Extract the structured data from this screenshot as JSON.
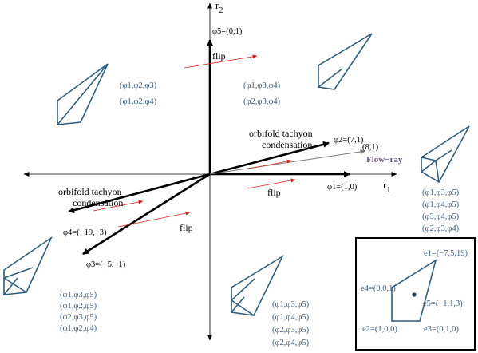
{
  "axes": {
    "r1": "r",
    "r1_sub": "1",
    "r2": "r",
    "r2_sub": "2"
  },
  "vectors": {
    "phi5": "φ5=(0,1)",
    "phi2": "φ2=(7,1)",
    "phi1": "φ1=(1,0)",
    "phi4": "φ4=(−19,−3)",
    "phi3": "φ3=(−5,−1)",
    "flowray_point": "(8,1)",
    "flowray_label": "Flow−ray"
  },
  "annotations": {
    "flip_top": "flip",
    "flip_right": "flip",
    "flip_left": "flip",
    "tachyon_right_1": "orbifold tachyon",
    "tachyon_right_2": "condensation",
    "tachyon_left_1": "orbifold tachyon",
    "tachyon_left_2": "condensation"
  },
  "triangulation_labels": {
    "top_left": [
      "(φ1,φ2,φ3)",
      "(φ1,φ2,φ4)"
    ],
    "top_middle": [
      "(φ1,φ3,φ4)",
      "(φ2,φ3,φ4)"
    ],
    "right": [
      "(φ1,φ3,φ5)",
      "(φ1,φ4,φ5)",
      "(φ3,φ4,φ5)",
      "(φ2,φ3,φ4)"
    ],
    "bottom_left": [
      "(φ1,φ3,φ5)",
      "(φ1,φ2,φ5)",
      "(φ2,φ3,φ5)",
      "(φ1,φ2,φ4)"
    ],
    "bottom_middle": [
      "(φ1,φ3,φ5)",
      "(φ1,φ4,φ5)",
      "(φ2,φ3,φ5)",
      "(φ2,φ4,φ5)"
    ]
  },
  "inset": {
    "e1": "e1=(−7,5,19)",
    "e4": "e4=(0,0,1)",
    "e5": "e5=(−1,1,3)",
    "e2": "e2=(1,0,0)",
    "e3": "e3=(0,1,0)"
  },
  "colors": {
    "arrow": "#000000",
    "flip_arrow": "#e02020",
    "flowray": "#7a7a7a",
    "triangle": "#2f5f7f",
    "label_blue": "#3a5f8a"
  }
}
